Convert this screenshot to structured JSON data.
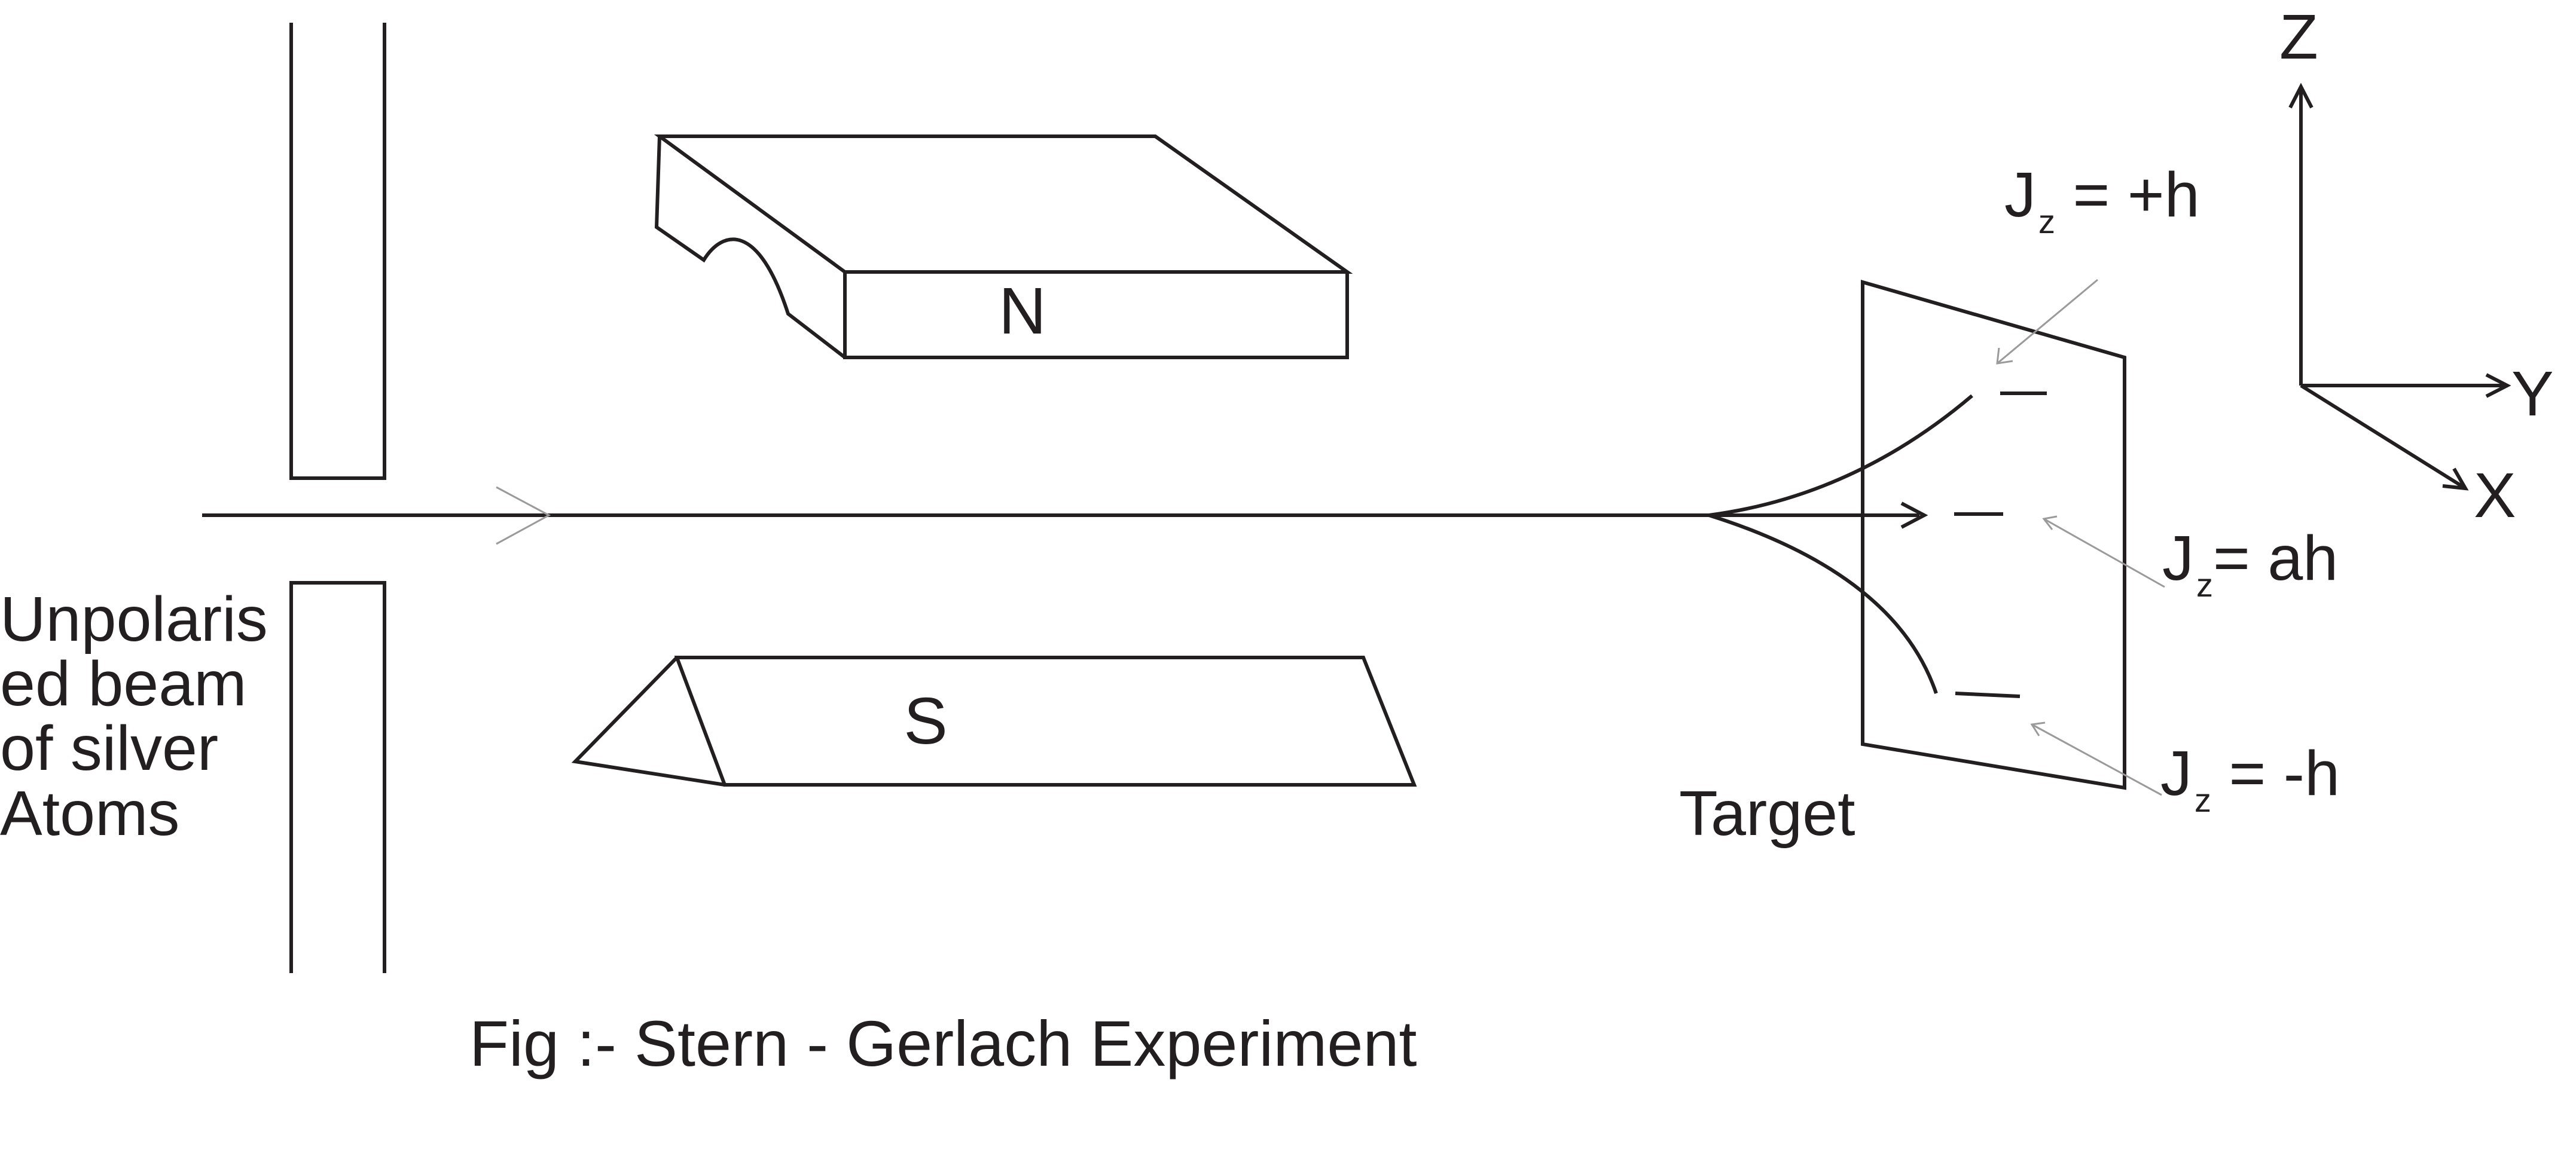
{
  "labels": {
    "north_pole": "N",
    "south_pole": "S",
    "source_line1": "Unpolaris",
    "source_line2": "ed beam",
    "source_line3": "of silver",
    "source_line4": "Atoms",
    "target": "Target",
    "caption": "Fig :- Stern - Gerlach Experiment"
  },
  "axes": {
    "z": "Z",
    "y": "Y",
    "x": "X"
  },
  "states": {
    "upper": {
      "symbol": "J",
      "subscript": "z",
      "value": " = +h"
    },
    "middle": {
      "symbol": "J",
      "subscript": "z",
      "value": "= ah"
    },
    "lower": {
      "symbol": "J",
      "subscript": "z",
      "value": " = -h"
    }
  },
  "colors": {
    "line": "#231f20",
    "pointer": "#9a9a9a",
    "background": "#ffffff"
  }
}
